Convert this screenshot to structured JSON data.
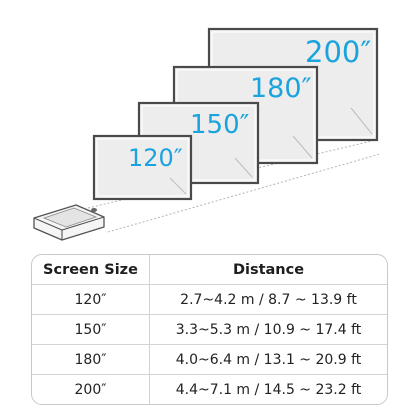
{
  "screens": [
    {
      "size_label": "120″"
    },
    {
      "size_label": "150″"
    },
    {
      "size_label": "180″"
    },
    {
      "size_label": "200″"
    }
  ],
  "colors": {
    "label": "#1aa3dd",
    "screen_fill": "#f0f0f0",
    "screen_border": "#4a4a4a"
  },
  "table": {
    "headers": {
      "size": "Screen Size",
      "distance": "Distance"
    },
    "rows": [
      {
        "size": "120″",
        "distance": "2.7~4.2 m / 8.7 ~ 13.9 ft"
      },
      {
        "size": "150″",
        "distance": "3.3~5.3 m / 10.9 ~ 17.4 ft"
      },
      {
        "size": "180″",
        "distance": "4.0~6.4 m / 13.1 ~ 20.9 ft"
      },
      {
        "size": "200″",
        "distance": "4.4~7.1 m / 14.5 ~ 23.2 ft"
      }
    ]
  }
}
